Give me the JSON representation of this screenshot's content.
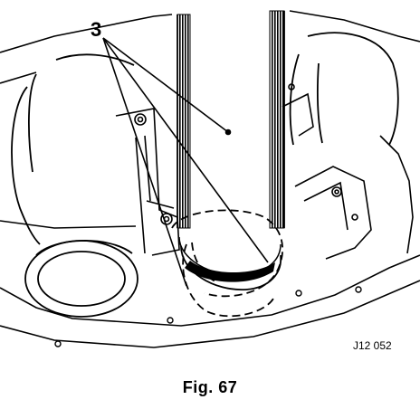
{
  "figure": {
    "callout_number": "3",
    "drawing_code": "J12 052",
    "caption": "Fig. 67"
  },
  "colors": {
    "ink": "#000000",
    "paper": "#ffffff"
  }
}
